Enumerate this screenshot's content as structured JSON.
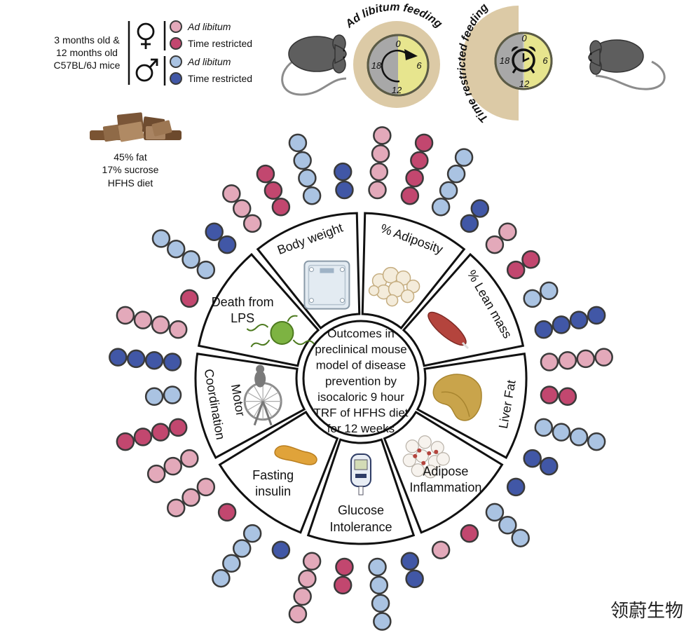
{
  "legend": {
    "age_text": [
      "3 months old &",
      "12 months old",
      "C57BL/6J mice"
    ],
    "female_symbol": "♀",
    "male_symbol": "♂",
    "entries": [
      {
        "label": "Ad libitum",
        "italic": true,
        "group": "female_al"
      },
      {
        "label": "Time restricted",
        "italic": false,
        "group": "female_tr"
      },
      {
        "label": "Ad libitum",
        "italic": true,
        "group": "male_al"
      },
      {
        "label": "Time restricted",
        "italic": false,
        "group": "male_tr"
      }
    ]
  },
  "group_colors": {
    "female_al": "#e3a9ba",
    "female_tr": "#c2476f",
    "male_al": "#aac3e2",
    "male_tr": "#4157a6"
  },
  "diet": {
    "lines": [
      "45% fat",
      "17% sucrose",
      "HFHS diet"
    ]
  },
  "clocks": {
    "ad_libitum": {
      "title": "Ad libitum feeding",
      "ticks": [
        "0",
        "6",
        "12",
        "18"
      ],
      "icon": "circular-arrow-icon"
    },
    "time_restricted": {
      "title": "Time restricted feeding",
      "ticks": [
        "0",
        "6",
        "12",
        "18"
      ],
      "icon": "alarm-clock-icon"
    }
  },
  "center_text": [
    "Outcomes in",
    "preclinical mouse",
    "model of disease",
    "prevention by",
    "isocaloric 9 hour",
    "TRF of HFHS diet",
    "for 12 weeks"
  ],
  "segments": [
    {
      "label_lines": [
        "Body weight"
      ],
      "icon": "scale-icon",
      "rays": [
        {
          "group": "female_al",
          "count": 3
        },
        {
          "group": "female_tr",
          "count": 3
        },
        {
          "group": "male_al",
          "count": 4
        },
        {
          "group": "male_tr",
          "count": 2
        }
      ]
    },
    {
      "label_lines": [
        "% Adiposity"
      ],
      "icon": "fat-cells-icon",
      "rays": [
        {
          "group": "female_al",
          "count": 4
        },
        {
          "group": "female_tr",
          "count": 4
        },
        {
          "group": "male_al",
          "count": 4
        },
        {
          "group": "male_tr",
          "count": 2
        }
      ]
    },
    {
      "label_lines": [
        "% Lean mass"
      ],
      "icon": "muscle-icon",
      "rays": [
        {
          "group": "female_al",
          "count": 2
        },
        {
          "group": "female_tr",
          "count": 2
        },
        {
          "group": "male_al",
          "count": 2
        },
        {
          "group": "male_tr",
          "count": 4
        }
      ]
    },
    {
      "label_lines": [
        "Liver Fat"
      ],
      "icon": "liver-icon",
      "rays": [
        {
          "group": "female_al",
          "count": 4
        },
        {
          "group": "female_tr",
          "count": 2
        },
        {
          "group": "male_al",
          "count": 4
        },
        {
          "group": "male_tr",
          "count": 2
        }
      ]
    },
    {
      "label_lines": [
        "Adipose",
        "Inflammation"
      ],
      "icon": "inflamed-adipose-icon",
      "rays": [
        {
          "group": "male_tr",
          "count": 1
        },
        {
          "group": "male_al",
          "count": 3
        },
        {
          "group": "female_tr",
          "count": 1
        },
        {
          "group": "female_al",
          "count": 1
        }
      ]
    },
    {
      "label_lines": [
        "Glucose",
        "Intolerance"
      ],
      "icon": "glucometer-icon",
      "rays": [
        {
          "group": "male_tr",
          "count": 2
        },
        {
          "group": "male_al",
          "count": 4
        },
        {
          "group": "female_tr",
          "count": 2
        },
        {
          "group": "female_al",
          "count": 4
        }
      ]
    },
    {
      "label_lines": [
        "Fasting",
        "insulin"
      ],
      "icon": "pancreas-icon",
      "rays": [
        {
          "group": "male_tr",
          "count": 1
        },
        {
          "group": "male_al",
          "count": 4
        },
        {
          "group": "female_tr",
          "count": 1
        },
        {
          "group": "female_al",
          "count": 3
        }
      ]
    },
    {
      "label_lines": [
        "Motor",
        "Coordination"
      ],
      "icon": "mouse-wheel-icon",
      "rays": [
        {
          "group": "female_al",
          "count": 3
        },
        {
          "group": "female_tr",
          "count": 4
        },
        {
          "group": "male_al",
          "count": 2
        },
        {
          "group": "male_tr",
          "count": 4
        }
      ]
    },
    {
      "label_lines": [
        "Death from",
        "LPS"
      ],
      "icon": "bacterium-icon",
      "rays": [
        {
          "group": "female_al",
          "count": 4
        },
        {
          "group": "female_tr",
          "count": 1
        },
        {
          "group": "male_al",
          "count": 4
        },
        {
          "group": "male_tr",
          "count": 2
        }
      ]
    }
  ],
  "watermark": "领蔚生物"
}
